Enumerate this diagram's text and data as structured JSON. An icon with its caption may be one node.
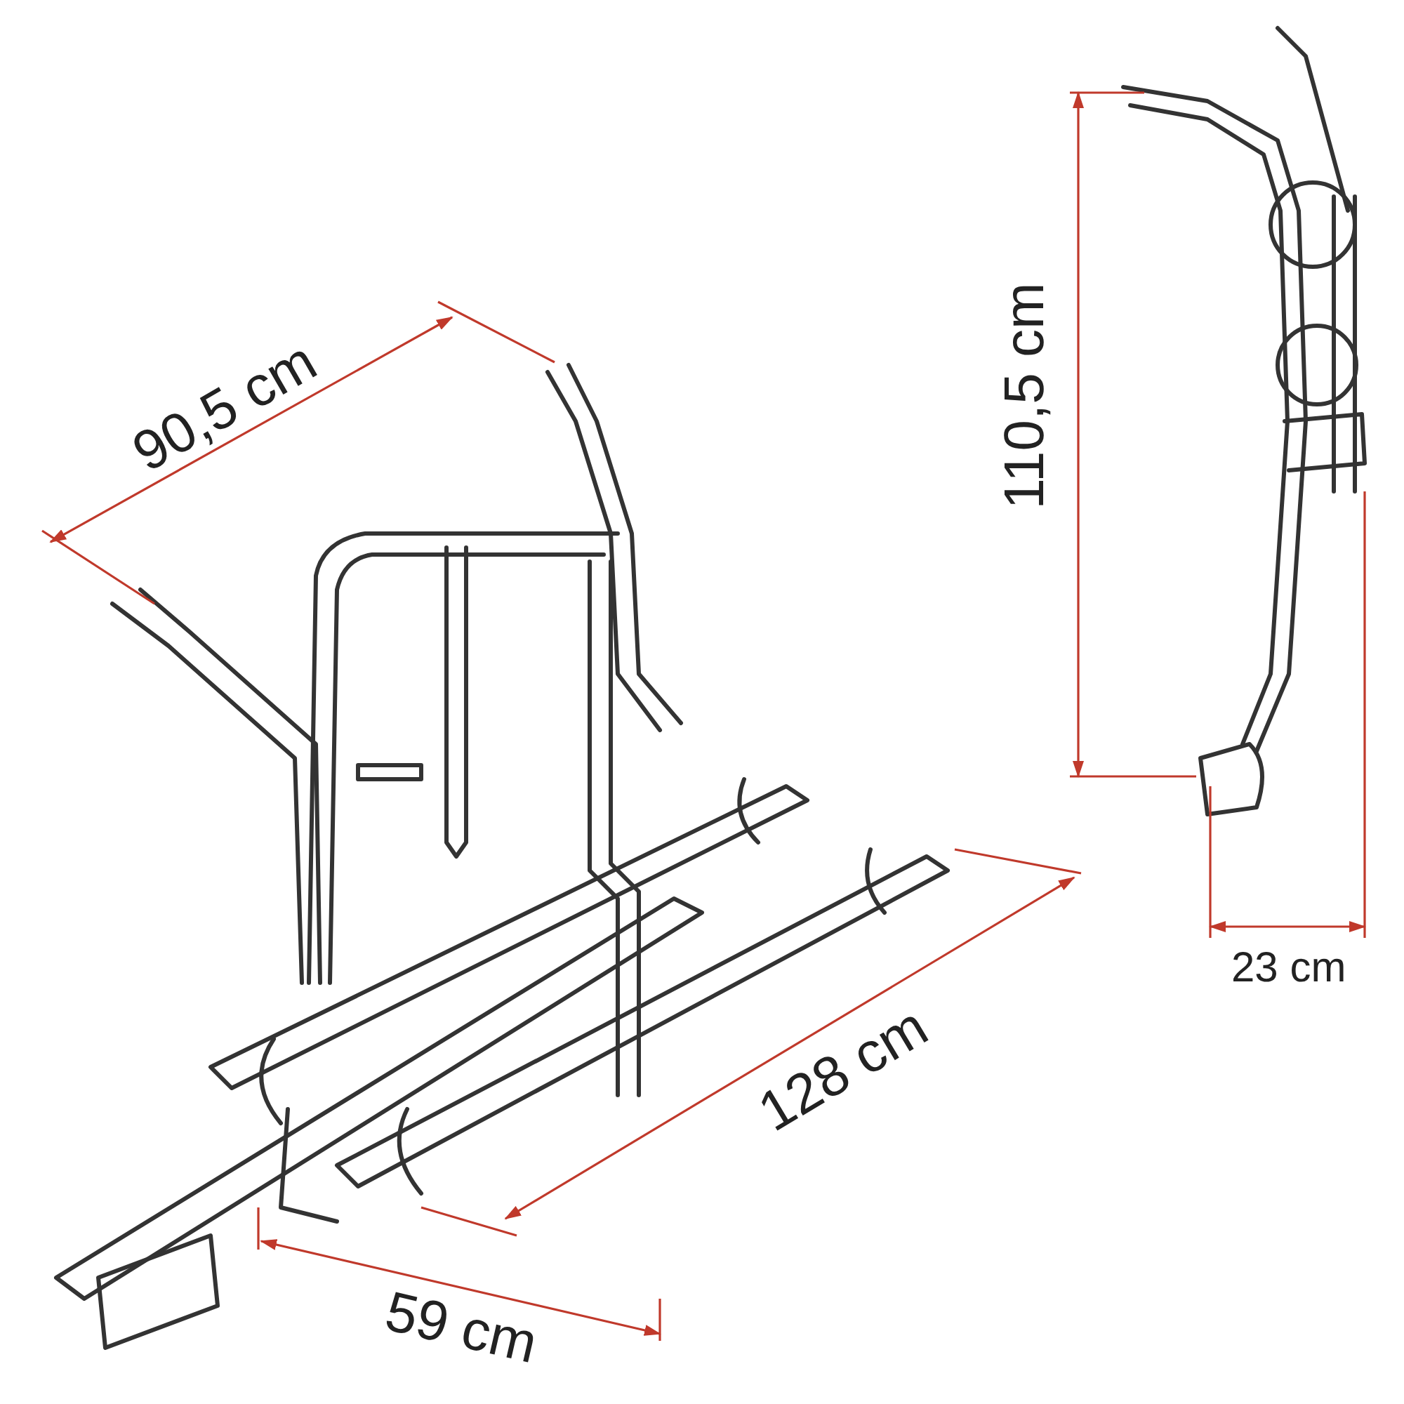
{
  "diagram": {
    "labels": [
      "90,5 cm",
      "110,5 cm",
      "23 cm",
      "128 cm",
      "59 cm"
    ]
  }
}
